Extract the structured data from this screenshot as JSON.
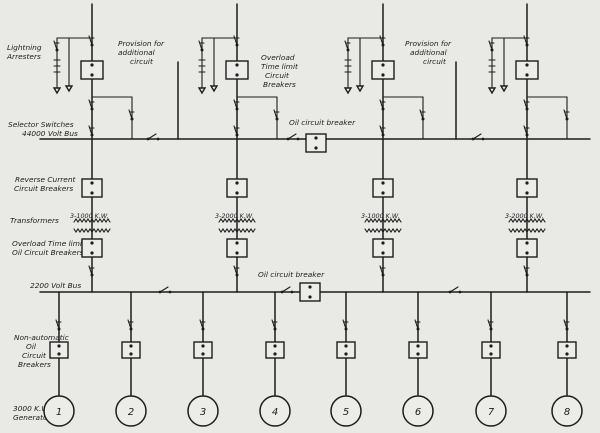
{
  "labels": {
    "lightning_arresters": [
      "Lightning",
      "Arresters"
    ],
    "provision_1": [
      "Provision for",
      "additional",
      "circuit"
    ],
    "provision_2": [
      "Provision for",
      "additional",
      "circuit"
    ],
    "overload_time_limit_top": [
      "Overload",
      "Time limit",
      "Circuit",
      "Breakers"
    ],
    "selector_switches": [
      "Selector Switches",
      "44000 Volt Bus"
    ],
    "oil_cb_upper": "Oil circuit breaker",
    "reverse_current": [
      "Reverse Current",
      "Circuit Breakers"
    ],
    "transformers": "Transformers",
    "overload_time_limit_oil": [
      "Overload Time limit",
      "Oil Circuit Breakers"
    ],
    "bus_2200": "2200 Volt Bus",
    "oil_cb_lower": "Oil circuit breaker",
    "non_automatic": [
      "Non-automatic",
      "Oil",
      "Circuit",
      "Breakers"
    ],
    "generators": [
      "3000 K.W.",
      "Generators"
    ]
  },
  "transformer_ratings": [
    "3-1000 K.W.",
    "3-2000 K.W.",
    "3-1000 K.W.",
    "3-2000 K.W."
  ],
  "generator_numbers": [
    "1",
    "2",
    "3",
    "4",
    "5",
    "6",
    "7",
    "8"
  ]
}
